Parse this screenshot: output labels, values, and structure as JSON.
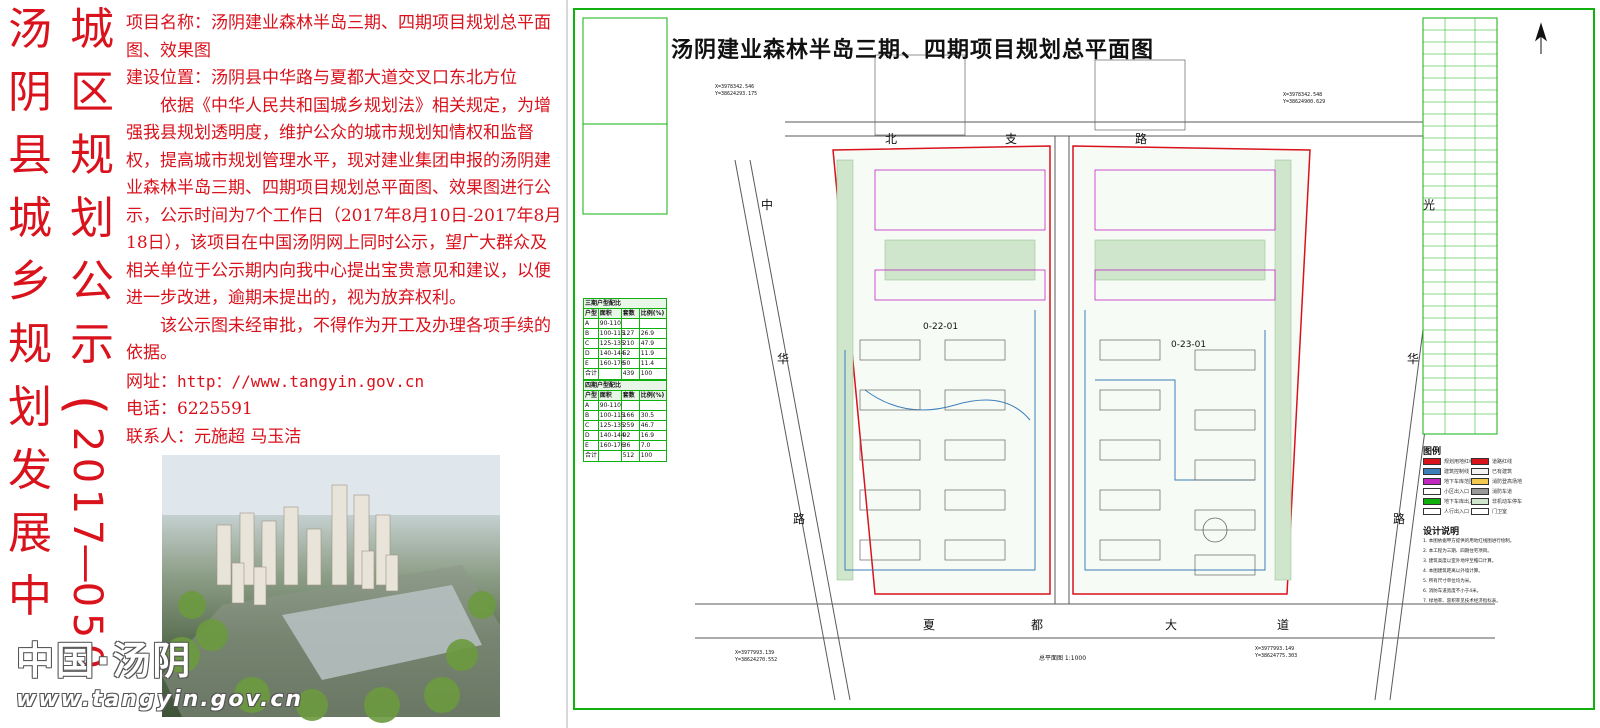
{
  "left": {
    "vertical_col_1": [
      "汤",
      "阴",
      "县",
      "城",
      "乡",
      "规",
      "划",
      "发",
      "展",
      "中"
    ],
    "vertical_col_2": [
      "城",
      "区",
      "规",
      "划",
      "公",
      "示"
    ],
    "vertical_col_2_latin": [
      "(",
      "2",
      "0",
      "1",
      "7",
      "—",
      "0",
      "5",
      "0"
    ],
    "notice": {
      "project_name": "项目名称：汤阴建业森林半岛三期、四期项目规划总平面图、效果图",
      "location": "建设位置：汤阴县中华路与夏都大道交叉口东北方位",
      "body_1": "依据《中华人民共和国城乡规划法》相关规定，为增强我县规划透明度，维护公众的城市规划知情权和监督权，提高城市规划管理水平，现对建业集团申报的汤阴建业森林半岛三期、四期项目规划总平面图、效果图进行公示，公示时间为7个工作日（2017年8月10日-2017年8月18日），该项目在中国汤阴网上同时公示，望广大群众及相关单位于公示期内向我中心提出宝贵意见和建议，以便进一步改进，逾期未提出的，视为放弃权利。",
      "body_2": "该公示图未经审批，不得作为开工及办理各项手续的依据。",
      "website_label": "网址：",
      "website": "http：//www.tangyin.gov.cn",
      "phone": "电话：6225591",
      "contacts": "联系人：元施超  马玉洁"
    },
    "watermark": {
      "line_1": "中国·汤阴",
      "line_2": "www.tangyin.gov.cn"
    }
  },
  "right": {
    "plan_title": "汤阴建业森林半岛三期、四期项目规划总平面图",
    "roads": {
      "north": [
        "北",
        "支",
        "路"
      ],
      "west": [
        "中",
        "华",
        "路"
      ],
      "east": [
        "光",
        "华",
        "路"
      ],
      "south": [
        "夏",
        "都",
        "大",
        "道"
      ]
    },
    "plots": [
      "0-22-01",
      "0-23-01"
    ],
    "scale_label": "总平面图 1:1000",
    "coords": [
      "X=3978342.546",
      "Y=38624293.175",
      "X=3978342.548",
      "Y=38624900.629",
      "X=3977993.139",
      "Y=38624270.552",
      "X=3977993.149",
      "Y=38624775.303"
    ],
    "left_tables": [
      {
        "title": "三期户型配比",
        "header": [
          "户型",
          "面积",
          "套数",
          "比例(%)"
        ],
        "rows": [
          [
            "A",
            "90-110",
            "",
            ""
          ],
          [
            "B",
            "100-115",
            "127",
            "26.9"
          ],
          [
            "C",
            "125-135",
            "210",
            "47.9"
          ],
          [
            "D",
            "140-144",
            "52",
            "11.9"
          ],
          [
            "E",
            "160-176",
            "50",
            "11.4"
          ],
          [
            "合计",
            "",
            "439",
            "100"
          ]
        ]
      },
      {
        "title": "四期户型配比",
        "header": [
          "户型",
          "面积",
          "套数",
          "比例(%)"
        ],
        "rows": [
          [
            "A",
            "90-110",
            "",
            ""
          ],
          [
            "B",
            "100-115",
            "166",
            "30.5"
          ],
          [
            "C",
            "125-135",
            "259",
            "46.7"
          ],
          [
            "D",
            "140-144",
            "92",
            "16.9"
          ],
          [
            "E",
            "160-176",
            "36",
            "7.0"
          ],
          [
            "合计",
            "",
            "512",
            "100"
          ]
        ]
      }
    ],
    "legend_title": "图例",
    "legend_items": [
      "规划用地红线",
      "建筑控制线",
      "地下车库范围",
      "小区出入口",
      "地下车库出入口",
      "人行出入口",
      "道路红线",
      "已有建筑",
      "消防登高场地",
      "消防车道",
      "非机动车停车",
      "门卫室"
    ],
    "notes_title": "设计说明",
    "notes": [
      "1. 本图依据甲方提供的用地红线图进行绘制。",
      "2. 本工程为三期、四期住宅项目。",
      "3. 建筑高度以室外地坪至檐口计算。",
      "4. 本图建筑距离以外墙计算。",
      "5. 所有尺寸单位均为米。",
      "6. 消防车道宽度不小于4米。",
      "7. 绿地率、容积率见技术经济指标表。"
    ]
  }
}
